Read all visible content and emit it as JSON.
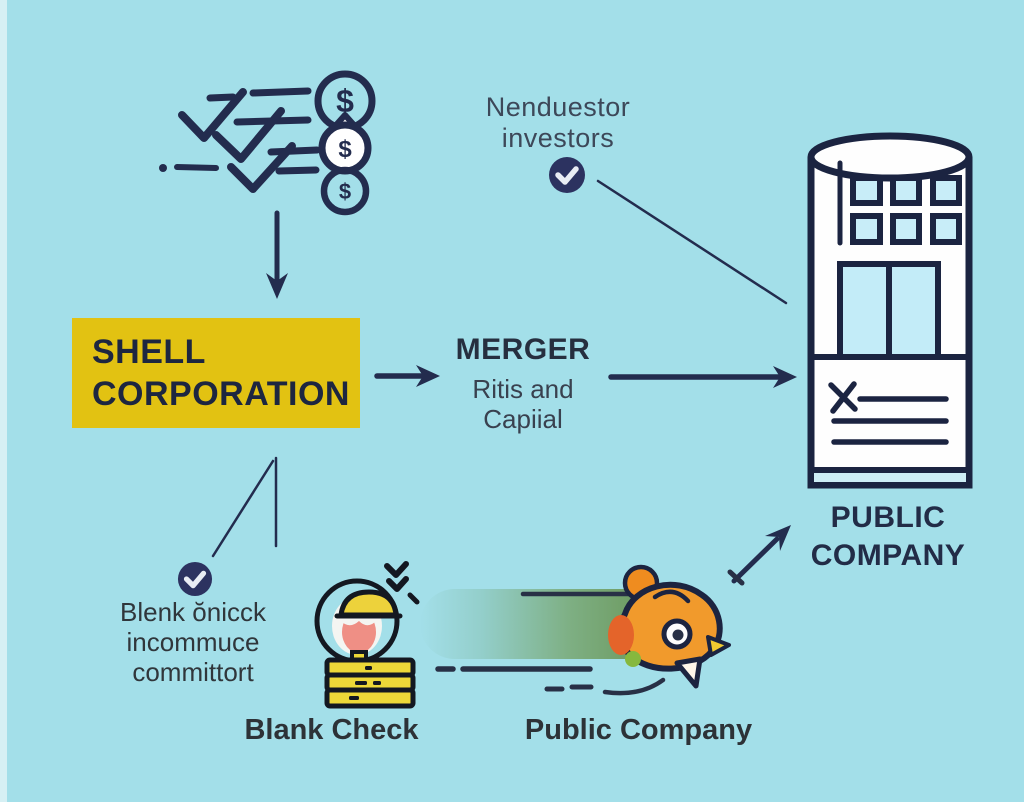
{
  "colors": {
    "background": "#a3dfe9",
    "line_navy": "#232c4e",
    "shell_box_yellow": "#e2c212",
    "check_circle_navy": "#2c3260",
    "building_window_blue": "#c8edf8",
    "fish_orange": "#f19a2c",
    "hat_yellow": "#edd23b"
  },
  "investors_note": {
    "line1": "Nenduestor",
    "line2": "investors"
  },
  "shell_corporation": {
    "line1": "SHELL",
    "line2": "CORPORATION"
  },
  "merger": {
    "title": "MERGER",
    "subtitle_line1": "Ritis and",
    "subtitle_line2": "Capiial"
  },
  "public_company_title": {
    "line1": "PUBLIC",
    "line2": "COMPANY"
  },
  "diligence_note": {
    "line1": "Blenk ŏnicck",
    "line2": "incommuce",
    "line3": "committort"
  },
  "caption_blank_check": "Blank Check",
  "caption_public_company": "Public Company",
  "icons": {
    "checklist_money": "checklist-with-dollar-coins",
    "investor_check": "check-circle",
    "diligence_check": "check-circle",
    "building": "public-company-building",
    "worker": "worker-with-coin-stack",
    "fish": "speeding-fish",
    "dollar_sign": "$"
  }
}
